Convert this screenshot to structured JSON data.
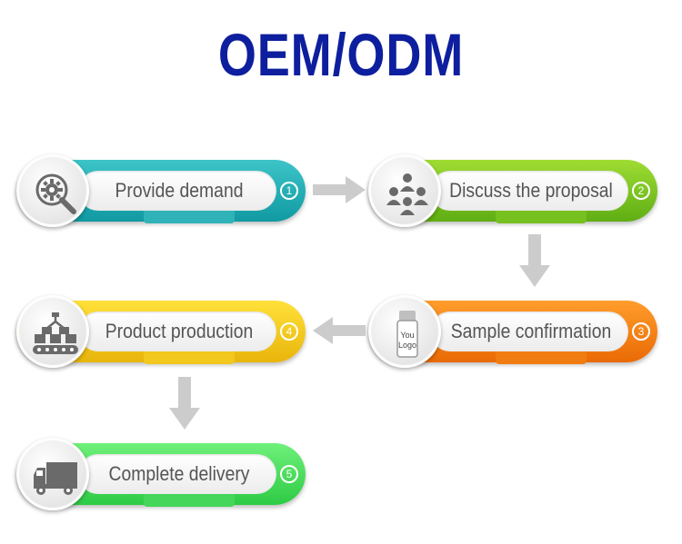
{
  "title": "OEM/ODM",
  "steps": [
    {
      "label": "Provide demand",
      "number": "1",
      "icon": "gear-magnifier-icon"
    },
    {
      "label": "Discuss the proposal",
      "number": "2",
      "icon": "team-icon"
    },
    {
      "label": "Sample confirmation",
      "number": "3",
      "icon": "bottle-icon",
      "logo_text": [
        "You",
        "Logo"
      ]
    },
    {
      "label": "Product production",
      "number": "4",
      "icon": "conveyor-icon"
    },
    {
      "label": "Complete delivery",
      "number": "5",
      "icon": "truck-icon"
    }
  ],
  "colors": {
    "title": "#0d1f9e",
    "step1": "#1aa9b0",
    "step2": "#7cc423",
    "step3": "#f47a0e",
    "step4": "#f0c419",
    "step5": "#3fd555",
    "arrow": "#cccccc"
  }
}
